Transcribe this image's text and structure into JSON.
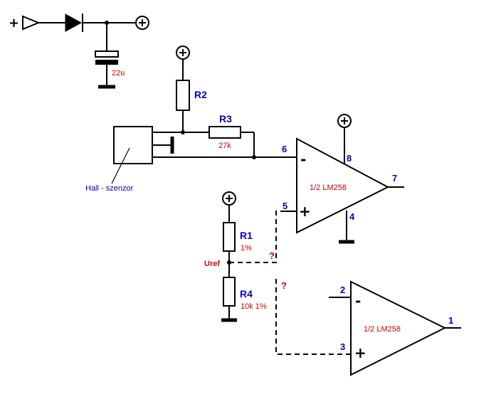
{
  "supply": {
    "input_plus": "+"
  },
  "capacitor": {
    "value": "22u"
  },
  "resistors": {
    "r2": {
      "ref": "R2"
    },
    "r3": {
      "ref": "R3",
      "value": "27k"
    },
    "r1": {
      "ref": "R1",
      "value": "1%"
    },
    "r4": {
      "ref": "R4",
      "value": "10k 1%"
    }
  },
  "sensor": {
    "label": "Hall - szenzor"
  },
  "opamp_top": {
    "name": "1/2 LM258",
    "pins": {
      "inv": "6",
      "noninv": "5",
      "out": "7",
      "vplus": "8",
      "gnd": "4"
    },
    "minus": "-",
    "plus": "+"
  },
  "opamp_bottom": {
    "name": "1/2 LM258",
    "pins": {
      "inv": "2",
      "noninv": "3",
      "out": "1"
    },
    "minus": "-",
    "plus": "+"
  },
  "uref": {
    "label": "Uref"
  },
  "questions": {
    "q1": "?",
    "q2": "?"
  },
  "power_symbol": "+"
}
